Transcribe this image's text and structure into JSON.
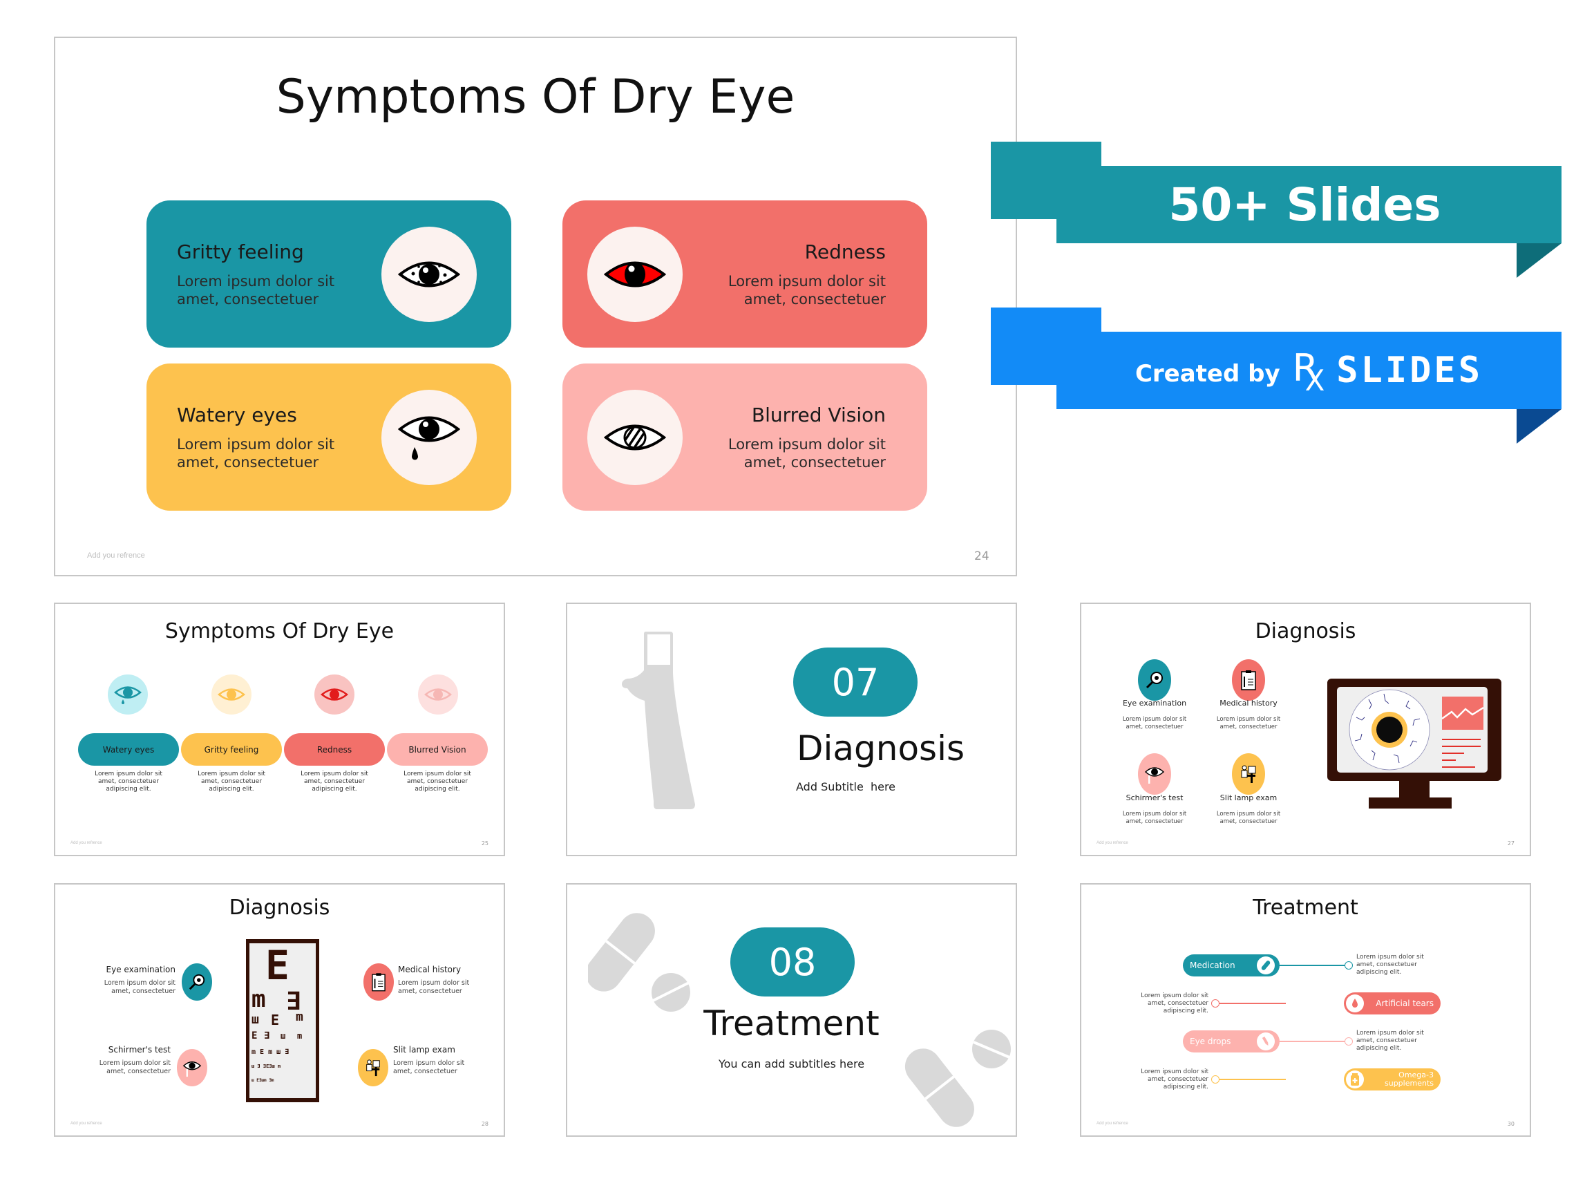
{
  "main_slide": {
    "title": "Symptoms Of Dry Eye",
    "reference": "Add you refrence",
    "page_number": "24",
    "cards": [
      {
        "title": "Gritty feeling",
        "desc_line1": "Lorem ipsum dolor sit",
        "desc_line2": "amet, consectetuer",
        "color": "#1a96a5",
        "icon": "gritty-eye-icon"
      },
      {
        "title": "Redness",
        "desc_line1": "Lorem ipsum dolor sit",
        "desc_line2": "amet, consectetuer",
        "color": "#f2706a",
        "icon": "red-eye-icon"
      },
      {
        "title": "Watery eyes",
        "desc_line1": "Lorem ipsum dolor sit",
        "desc_line2": "amet, consectetuer",
        "color": "#fdc24e",
        "icon": "tear-eye-icon"
      },
      {
        "title": "Blurred Vision",
        "desc_line1": "Lorem ipsum dolor sit",
        "desc_line2": "amet, consectetuer",
        "color": "#fdb2ae",
        "icon": "blurred-eye-icon"
      }
    ]
  },
  "ribbons": {
    "slides_count": "50+ Slides",
    "created_by": "Created by",
    "brand_rx": "R",
    "brand_x": "X",
    "brand_name": "SLIDES",
    "teal": "#1a96a5",
    "blue": "#128bf7"
  },
  "thumbnails": {
    "symptoms": {
      "title": "Symptoms Of Dry Eye",
      "reference": "Add you refrence",
      "page_number": "25",
      "items": [
        {
          "label": "Watery eyes",
          "desc1": "Lorem ipsum dolor sit",
          "desc2": "amet, consectetuer",
          "desc3": "adipiscing elit.",
          "color": "#1a96a5",
          "light": "#bfeef3"
        },
        {
          "label": "Gritty feeling",
          "desc1": "Lorem ipsum dolor sit",
          "desc2": "amet, consectetuer",
          "desc3": "adipiscing elit.",
          "color": "#fdc24e",
          "light": "#fff0d3"
        },
        {
          "label": "Redness",
          "desc1": "Lorem ipsum dolor sit",
          "desc2": "amet, consectetuer",
          "desc3": "adipiscing elit.",
          "color": "#f2706a",
          "light": "#f9c3c1"
        },
        {
          "label": "Blurred Vision",
          "desc1": "Lorem ipsum dolor sit",
          "desc2": "amet, consectetuer",
          "desc3": "adipiscing elit.",
          "color": "#fdb2ae",
          "light": "#fde0df"
        }
      ]
    },
    "section_diagnosis": {
      "number": "07",
      "title": "Diagnosis",
      "subtitle": "Add Subtitle  here"
    },
    "diagnosis_monitor": {
      "title": "Diagnosis",
      "reference": "Add you refrence",
      "page_number": "27",
      "items": [
        {
          "label": "Eye examination",
          "desc1": "Lorem ipsum dolor sit",
          "desc2": "amet, consectetuer",
          "color": "#1a96a5"
        },
        {
          "label": "Medical history",
          "desc1": "Lorem ipsum dolor sit",
          "desc2": "amet, consectetuer",
          "color": "#f2706a"
        },
        {
          "label": "Schirmer's test",
          "desc1": "Lorem ipsum dolor sit",
          "desc2": "amet, consectetuer",
          "color": "#fdb2ae"
        },
        {
          "label": "Slit lamp exam",
          "desc1": "Lorem ipsum dolor sit",
          "desc2": "amet, consectetuer",
          "color": "#fdc24e"
        }
      ]
    },
    "diagnosis_chart": {
      "title": "Diagnosis",
      "reference": "Add you refrence",
      "page_number": "28",
      "items": [
        {
          "label": "Eye examination",
          "desc1": "Lorem ipsum dolor sit",
          "desc2": "amet, consectetuer",
          "color": "#1a96a5"
        },
        {
          "label": "Medical history",
          "desc1": "Lorem ipsum dolor sit",
          "desc2": "amet, consectetuer",
          "color": "#f2706a"
        },
        {
          "label": "Schirmer's test",
          "desc1": "Lorem ipsum dolor sit",
          "desc2": "amet, consectetuer",
          "color": "#fdb2ae"
        },
        {
          "label": "Slit lamp exam",
          "desc1": "Lorem ipsum dolor sit",
          "desc2": "amet, consectetuer",
          "color": "#fdc24e"
        }
      ]
    },
    "section_treatment": {
      "number": "08",
      "title": "Treatment",
      "subtitle": "You can add subtitles here"
    },
    "treatment": {
      "title": "Treatment",
      "reference": "Add you refrence",
      "page_number": "30",
      "items": [
        {
          "label": "Medication",
          "desc1": "Lorem ipsum dolor sit",
          "desc2": "amet, consectetuer",
          "desc3": "adipiscing elit.",
          "color": "#1a96a5"
        },
        {
          "label": "Artificial tears",
          "desc1": "Lorem ipsum dolor sit",
          "desc2": "amet, consectetuer",
          "desc3": "adipiscing elit.",
          "color": "#f2706a"
        },
        {
          "label": "Eye drops",
          "desc1": "Lorem ipsum dolor sit",
          "desc2": "amet, consectetuer",
          "desc3": "adipiscing elit.",
          "color": "#fdb2ae"
        },
        {
          "label_line1": "Omega-3",
          "label_line2": "supplements",
          "desc1": "Lorem ipsum dolor sit",
          "desc2": "amet, consectetuer",
          "desc3": "adipiscing elit.",
          "color": "#fdc24e"
        }
      ]
    }
  }
}
